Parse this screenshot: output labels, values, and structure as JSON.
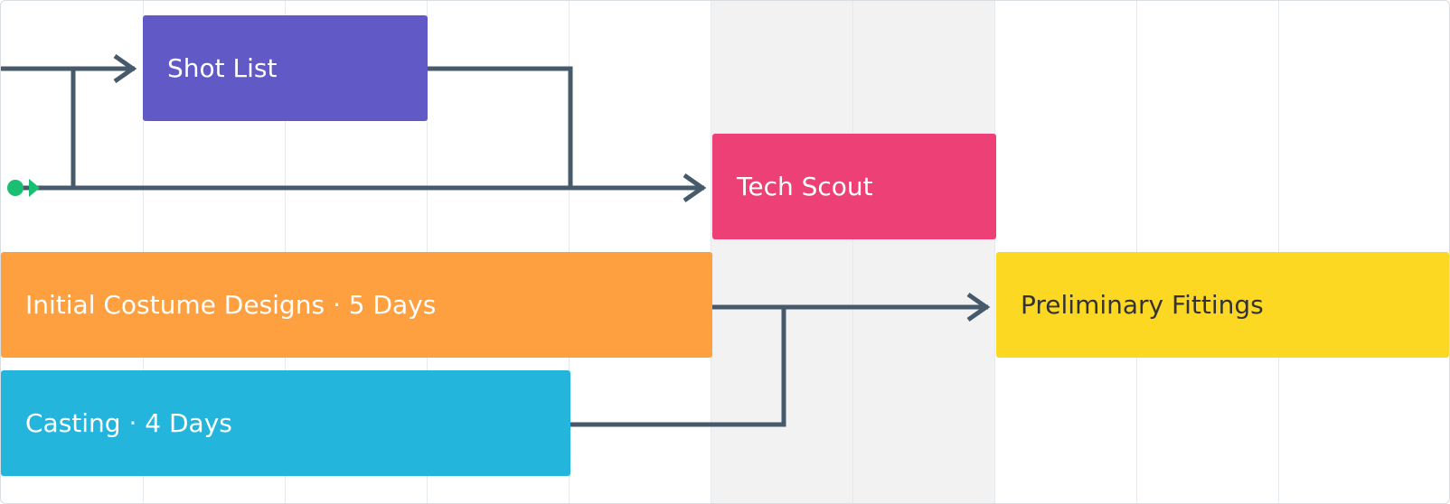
{
  "colors": {
    "connector": "#465a6b",
    "milestone": "#1bbf73",
    "shaded_column": "#f2f2f2",
    "grid_line": "#e6eaee"
  },
  "tasks": [
    {
      "id": "shot-list",
      "label": "Shot List",
      "color": "#6159c6"
    },
    {
      "id": "tech-scout",
      "label": "Tech Scout",
      "color": "#ec4076"
    },
    {
      "id": "initial-costume-designs",
      "label": "Initial Costume Designs · 5 Days",
      "color": "#ffa040"
    },
    {
      "id": "casting",
      "label": "Casting · 4 Days",
      "color": "#24b5dc"
    },
    {
      "id": "preliminary-fittings",
      "label": "Preliminary Fittings",
      "color": "#fdd823"
    }
  ]
}
